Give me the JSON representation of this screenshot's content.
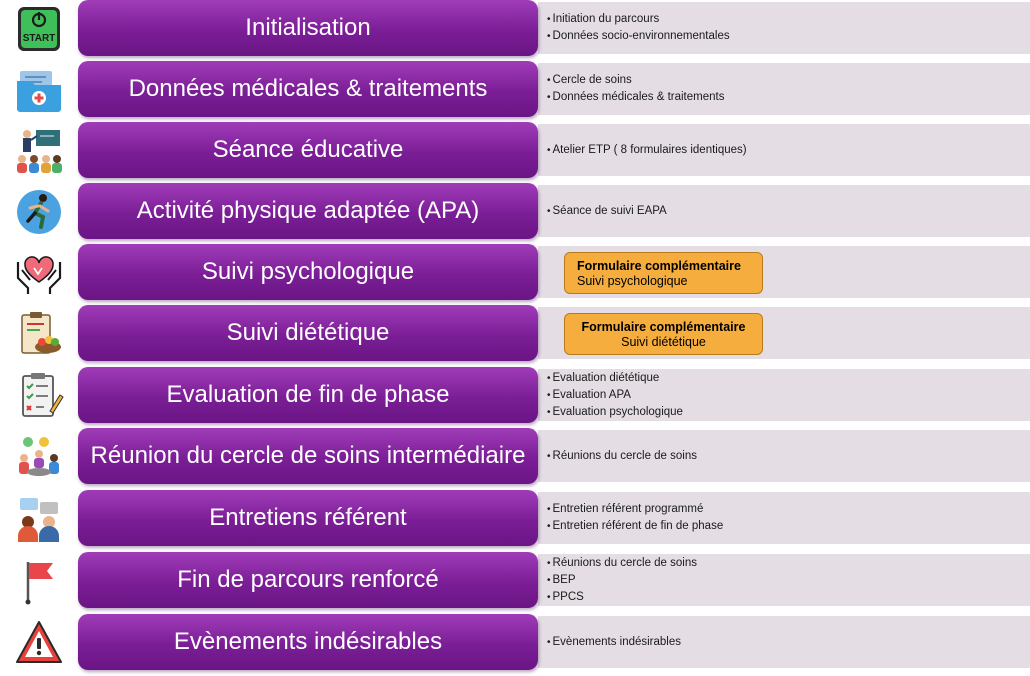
{
  "rows": [
    {
      "title": "Initialisation",
      "icon": "start-power-icon",
      "details": [
        "Initiation du parcours",
        "Données socio-environnementales"
      ]
    },
    {
      "title": "Données médicales & traitements",
      "icon": "medical-folder-icon",
      "details": [
        "Cercle de soins",
        "Données médicales & traitements"
      ]
    },
    {
      "title": "Séance éducative",
      "icon": "teacher-classroom-icon",
      "details": [
        "Atelier ETP ( 8 formulaires identiques)"
      ]
    },
    {
      "title": "Activité physique adaptée (APA)",
      "icon": "runner-icon",
      "details": [
        "Séance de suivi EAPA"
      ]
    },
    {
      "title": "Suivi psychologique",
      "icon": "hands-heart-icon",
      "callout": {
        "title": "Formulaire complémentaire",
        "subtitle": "Suivi psychologique"
      }
    },
    {
      "title": "Suivi diététique",
      "icon": "clipboard-food-icon",
      "callout": {
        "title": "Formulaire complémentaire",
        "subtitle": "Suivi diététique"
      }
    },
    {
      "title": "Evaluation de fin de phase",
      "icon": "checklist-icon",
      "details": [
        "Evaluation diététique",
        "Evaluation APA",
        "Evaluation psychologique"
      ]
    },
    {
      "title": "Réunion du cercle de soins intermédiaire",
      "icon": "meeting-table-icon",
      "details": [
        "Réunions du cercle de soins"
      ]
    },
    {
      "title": "Entretiens référent",
      "icon": "conversation-people-icon",
      "details": [
        "Entretien référent programmé",
        "Entretien référent de fin de phase"
      ]
    },
    {
      "title": "Fin de parcours renforcé",
      "icon": "finish-flag-icon",
      "details": [
        "Réunions du cercle de soins",
        "BEP",
        "PPCS"
      ]
    },
    {
      "title": "Evènements indésirables",
      "icon": "warning-triangle-icon",
      "details": [
        "Evènements indésirables"
      ]
    }
  ],
  "start_icon_label": "START",
  "colors": {
    "pill": "#7b1e96",
    "band": "#e4dde4",
    "callout": "#f5ae3d"
  }
}
